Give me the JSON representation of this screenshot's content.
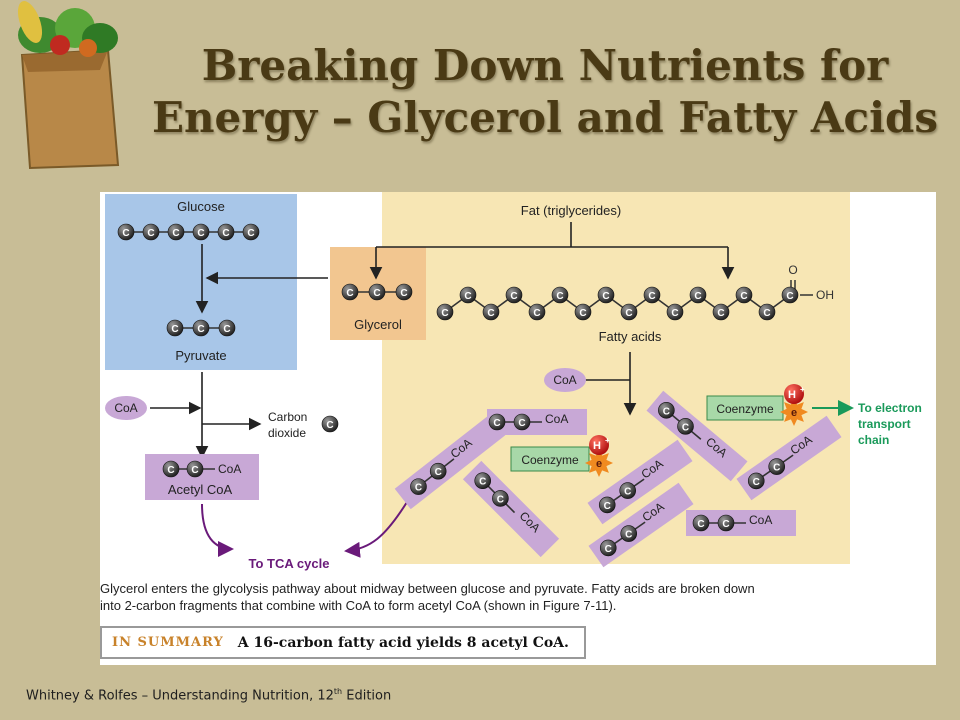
{
  "title": {
    "line1": "Breaking Down Nutrients for",
    "line2": "Energy – Glycerol and Fatty Acids"
  },
  "diagram": {
    "glucose_label": "Glucose",
    "pyruvate_label": "Pyruvate",
    "glycerol_label": "Glycerol",
    "fat_label": "Fat (triglycerides)",
    "fatty_acids_label": "Fatty acids",
    "carbon_atom": "C",
    "coa_label": "CoA",
    "carbon_dioxide_line1": "Carbon",
    "carbon_dioxide_line2": "dioxide",
    "acetyl_coa_label": "Acetyl CoA",
    "tca_label": "To TCA cycle",
    "coenzyme_label": "Coenzyme",
    "h_label": "H",
    "h_charge": "+",
    "e_label": "e",
    "e_charge": "–",
    "oxygen_label": "O",
    "oh_label": "OH",
    "etc_line1": "To electron",
    "etc_line2": "transport",
    "etc_line3": "chain"
  },
  "caption": {
    "line1": "Glycerol enters the glycolysis pathway about midway between glucose and pyruvate. Fatty acids are broken down",
    "line2": "into 2-carbon fragments that combine with CoA to form acetyl CoA (shown in Figure 7-11)."
  },
  "summary": {
    "label": "IN SUMMARY",
    "text": "A 16-carbon fatty acid yields 8 acetyl CoA."
  },
  "credit": {
    "prefix": "Whitney & Rolfes – Understanding Nutrition, 12",
    "sup": "th",
    "suffix": " Edition"
  },
  "colors": {
    "background": "#c8bd96",
    "glucose_panel": "#a8c6e8",
    "fat_panel": "#f7e6b4",
    "glycerol_panel": "#f2c690",
    "acetyl_box": "#c8a8d6",
    "coenzyme_box": "#a8d8a8",
    "tca_arrow": "#6a1a7a",
    "etc_arrow": "#1a9a5a",
    "title_text": "#4a3a15"
  }
}
